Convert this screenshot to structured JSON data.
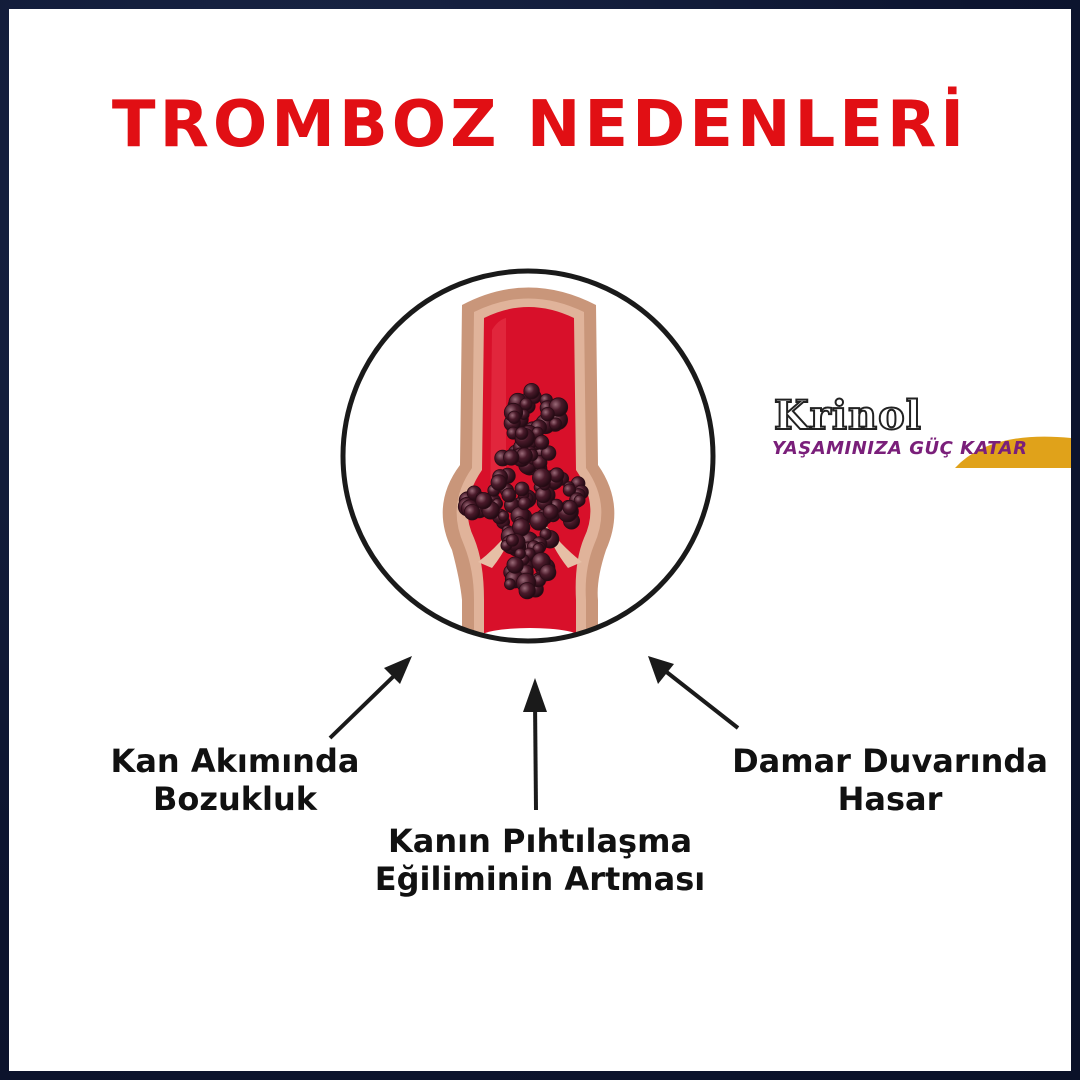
{
  "title": "TROMBOZ NEDENLERİ",
  "causes": [
    {
      "line1": "Kan Akımında",
      "line2": "Bozukluk"
    },
    {
      "line1": "Kanın Pıhtılaşma",
      "line2": "Eğiliminin Artması"
    },
    {
      "line1": "Damar Duvarında",
      "line2": "Hasar"
    }
  ],
  "brand": {
    "name": "Krinol",
    "tagline": "YAŞAMINIZA GÜÇ KATAR"
  },
  "colors": {
    "title": "#e10f14",
    "vessel_wall": "#c9967a",
    "blood": "#d8102a",
    "clot": "#3a1420",
    "tagline": "#7a1f7a",
    "swoosh": "#e0a21a"
  }
}
